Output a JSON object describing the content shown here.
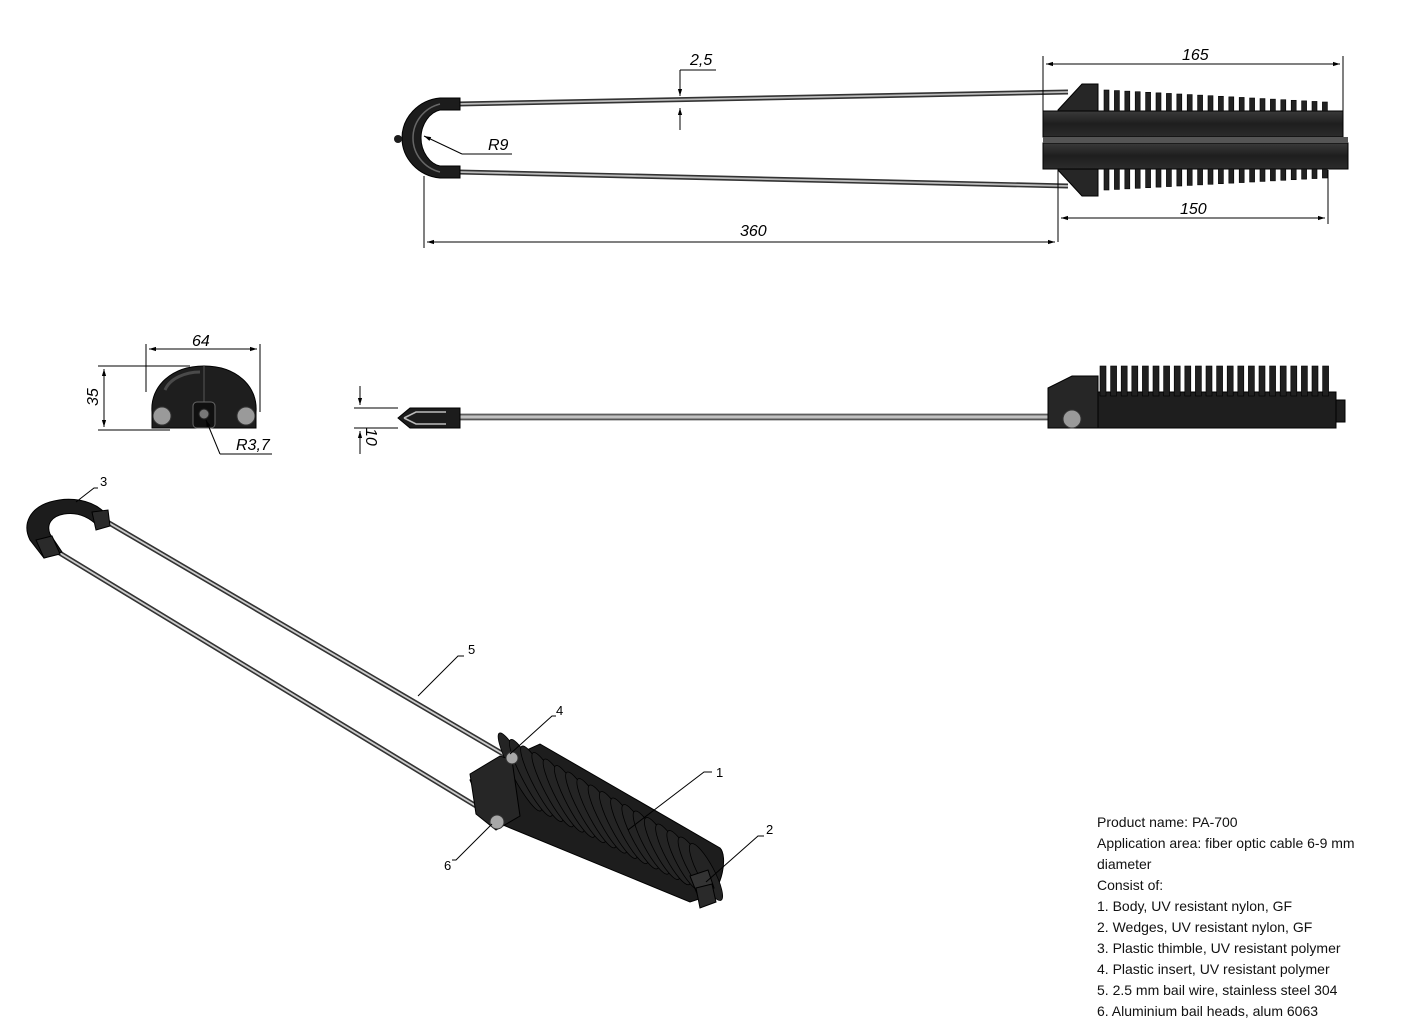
{
  "dimensions": {
    "wire_diameter": "2,5",
    "body_length_total": "165",
    "thimble_radius": "R9",
    "body_length": "150",
    "overall_length": "360",
    "width": "64",
    "height": "35",
    "insert_radius": "R3,7",
    "thimble_thickness": "10"
  },
  "callouts": [
    "1",
    "2",
    "3",
    "4",
    "5",
    "6"
  ],
  "spec": {
    "product": "Product name: PA-700",
    "application": "Application area: fiber optic cable 6-9 mm diameter",
    "consist": "Consist of:",
    "items": [
      "1. Body, UV resistant nylon, GF",
      "2. Wedges, UV resistant nylon, GF",
      "3. Plastic thimble, UV resistant polymer",
      "4. Plastic insert, UV resistant polymer",
      "5. 2.5 mm bail wire, stainless steel 304",
      "6. Aluminium bail heads, alum 6063"
    ]
  }
}
